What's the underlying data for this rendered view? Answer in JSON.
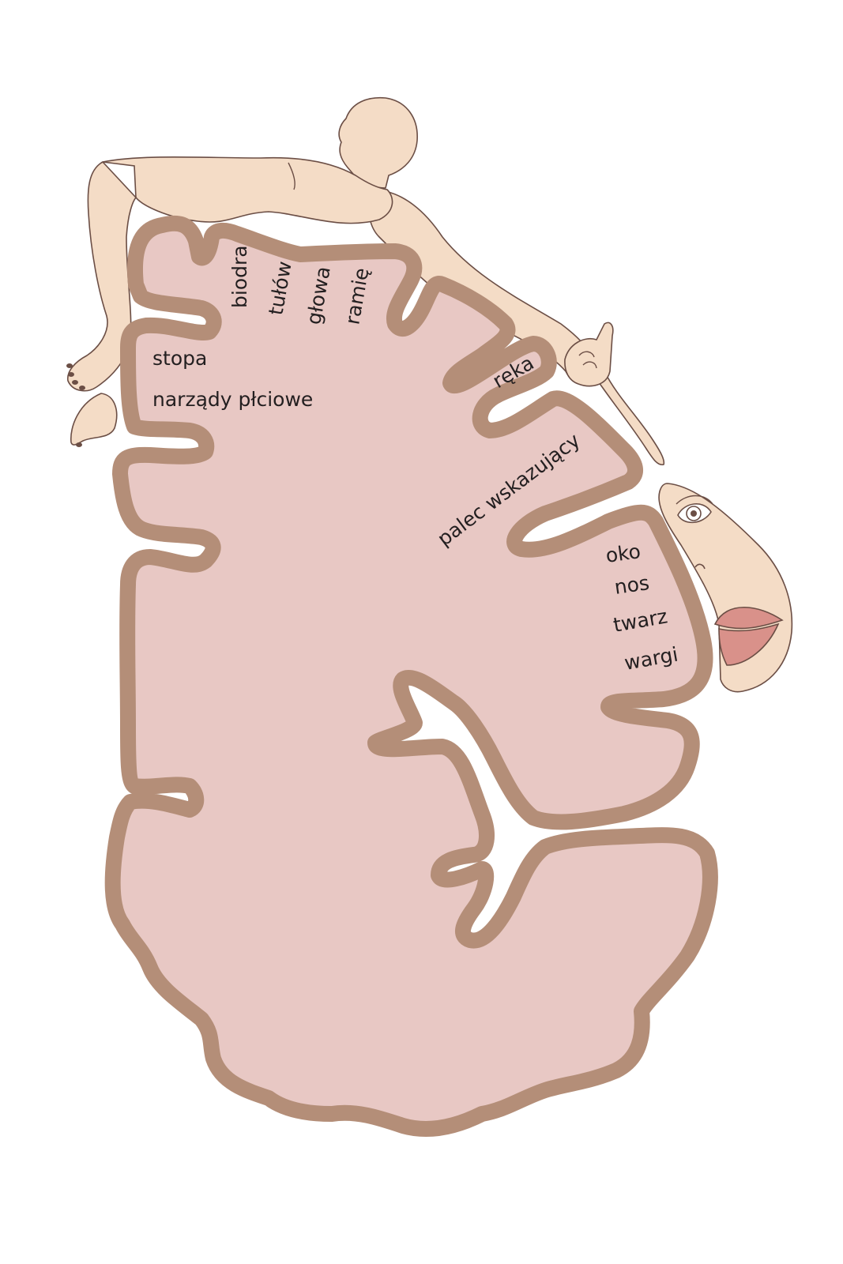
{
  "diagram": {
    "labels": {
      "hips": "biodra",
      "trunk": "tułów",
      "head": "głowa",
      "shoulder": "ramię",
      "foot": "stopa",
      "genitals": "narządy płciowe",
      "hand": "ręka",
      "index_finger": "palec wskazujący",
      "eye": "oko",
      "nose": "nos",
      "face": "twarz",
      "lips": "wargi"
    },
    "colors": {
      "cortex_fill": "#e8c8c4",
      "cortex_outline": "#b48e78",
      "skin": "#f4dcc6",
      "skin_outline": "#6b4e45",
      "lips": "#d9918a",
      "text": "#231f20"
    }
  }
}
